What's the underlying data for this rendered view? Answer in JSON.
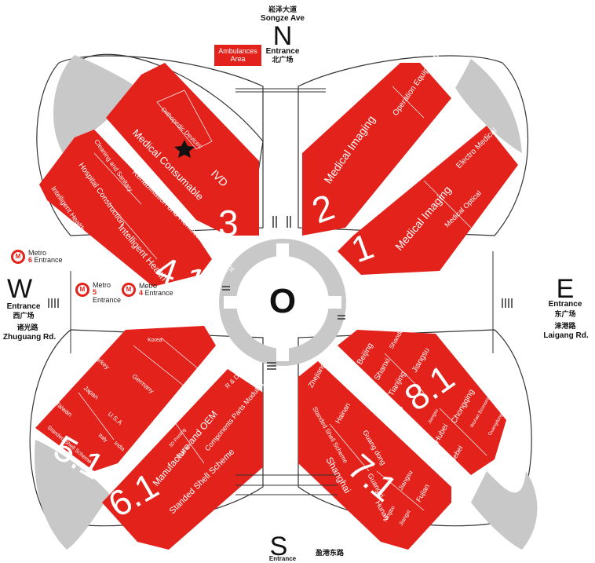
{
  "north": {
    "cn": "崧泽大道",
    "en": "Songze Ave",
    "letter": "N",
    "entrance": "Entrance",
    "plaza": "北广场"
  },
  "south": {
    "letter": "S",
    "road_cn": "盈港东路",
    "entrance": "Entrance"
  },
  "west": {
    "letter": "W",
    "entrance": "Entrance",
    "plaza": "西广场",
    "road_cn": "诸光路",
    "road_en": "Zhuguang Rd."
  },
  "east": {
    "letter": "E",
    "entrance": "Entrance",
    "plaza": "东广场",
    "road_cn": "涞港路",
    "road_en": "Laigang Rd."
  },
  "ambulance": {
    "line1": "Ambulances",
    "line2": "Area"
  },
  "metro": [
    {
      "label": "Metro",
      "num": "6",
      "suffix": "Entrance"
    },
    {
      "label": "Metro",
      "num": "5",
      "suffix": "Entrance"
    },
    {
      "label": "Metro",
      "num": "4",
      "suffix": "Entrance"
    }
  ],
  "center": {
    "letter": "O"
  },
  "halls": {
    "h3": {
      "number": "3",
      "zones": [
        "Medical Consumable",
        "IVD",
        "Orthopedic Devices"
      ]
    },
    "h2": {
      "number": "2",
      "zones": [
        "Medical Imaging",
        "Operation Equipment"
      ]
    },
    "h1": {
      "number": "1",
      "zones": [
        "Medical Imaging",
        "Electro Medical",
        "Medical Optical"
      ]
    },
    "h41": {
      "number": "4.1",
      "zones": [
        "Intelligent Health",
        "Rehabilitation and Homecare Equipment",
        "Hospital Construction",
        "Cleaning and Sanitary",
        "Intelligent Health"
      ]
    },
    "h51": {
      "number": "5.1",
      "zones": [
        "Korea",
        "Turkey",
        "Germany",
        "Japan",
        "Taiwan",
        "U.S.A",
        "Italy",
        "India",
        "Standed Shell Scheme"
      ]
    },
    "h61": {
      "number": "6.1",
      "zones": [
        "Manufacture and OEM",
        "Components Parts Modules",
        "R & D",
        "Standed Shell Scheme",
        "3D Printing",
        "Materials"
      ]
    },
    "h71": {
      "number": "7.1",
      "zones": [
        "Zhejiang",
        "Standed Shell Scheme",
        "Hainan",
        "Guang dong",
        "Shenzhen",
        "Shanghai",
        "Guangxi",
        "Hunan",
        "Jiangsu",
        "Fujian",
        "Ningbo",
        "Jiangxi"
      ]
    },
    "h81": {
      "number": "8.1",
      "zones": [
        "Beijing",
        "Shandong",
        "Shanxi",
        "Tianjing",
        "Jiangsu",
        "Chongqing",
        "Hubei",
        "Hebei",
        "Wuhan Economy",
        "Jiangsu",
        "Guangdong"
      ]
    }
  },
  "colors": {
    "hall": "#e4221c",
    "petal": "#ffffff",
    "road": "#c8c8c8",
    "outline": "#333333"
  }
}
